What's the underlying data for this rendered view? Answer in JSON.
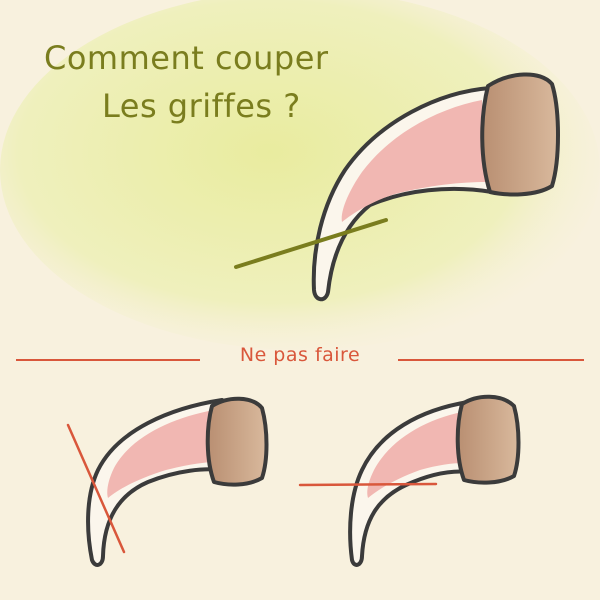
{
  "title": {
    "line1": "Comment couper",
    "line2": "Les griffes ?"
  },
  "section": {
    "label": "Ne pas faire"
  },
  "colors": {
    "background": "#f8f1de",
    "highlight_blob": "#eef0b4",
    "title_text": "#7a7d1e",
    "correct_cut_line": "#7a7d1e",
    "wrong_cut_line": "#d9573b",
    "claw_outline": "#3b3b3b",
    "claw_fill": "#fbf6ec",
    "quick_pink": "#f1b7b2",
    "claw_base": "#c49a7c"
  },
  "icons": {
    "main": "correct-cut-claw-illustration",
    "bad1": "too-short-diagonal-cut-claw-illustration",
    "bad2": "too-short-horizontal-cut-claw-illustration"
  }
}
